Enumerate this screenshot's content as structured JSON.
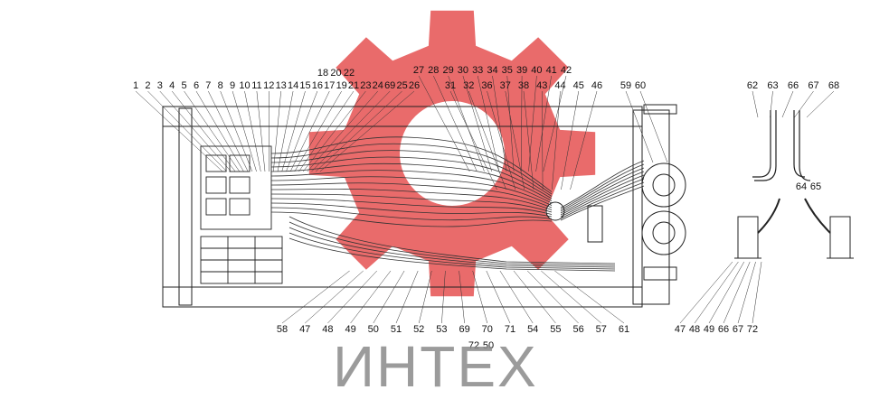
{
  "watermark": {
    "text": "ИНТЕХ",
    "gear_color": "#e23a3a"
  },
  "colors": {
    "line": "#222222",
    "label": "#111111",
    "gear": "#e23a3a"
  },
  "labels": {
    "top_row_a": [
      "1",
      "2",
      "3",
      "4",
      "5",
      "6",
      "7",
      "8",
      "9",
      "10",
      "11",
      "12",
      "13",
      "14",
      "15",
      "16",
      "17",
      "19",
      "21",
      "23",
      "24",
      "69",
      "25",
      "26"
    ],
    "top_row_b": [
      "18",
      "20",
      "22"
    ],
    "top_row_c": [
      "27",
      "28",
      "29",
      "30",
      "33",
      "34",
      "35",
      "39",
      "40",
      "41",
      "42"
    ],
    "top_row_d": [
      "31",
      "32",
      "36",
      "37",
      "38",
      "43",
      "44",
      "45",
      "46"
    ],
    "top_row_e": [
      "59",
      "60"
    ],
    "right_top": [
      "62",
      "63",
      "66",
      "67",
      "68"
    ],
    "right_mid": [
      "64",
      "65"
    ],
    "bottom_row": [
      "58",
      "47",
      "48",
      "49",
      "50",
      "51",
      "52",
      "53",
      "69",
      "70",
      "71",
      "54",
      "55",
      "56",
      "57",
      "61"
    ],
    "bottom_row_b": [
      "72",
      "50"
    ],
    "right_bottom": [
      "47",
      "48",
      "49",
      "66",
      "67",
      "72"
    ]
  }
}
